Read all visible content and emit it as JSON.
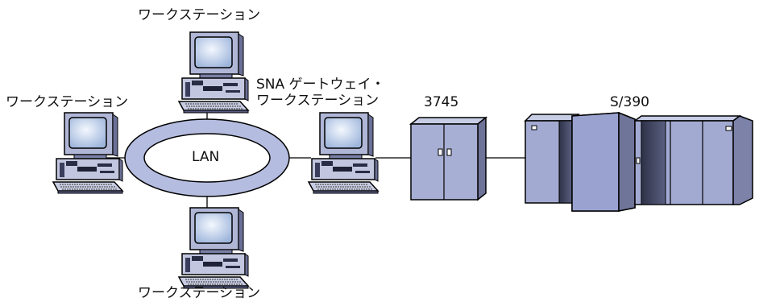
{
  "labels": {
    "ws_top": "ワークステーション",
    "ws_left": "ワークステーション",
    "ws_bottom": "ワークステーション",
    "gateway_line1": "SNA ゲートウェイ・",
    "gateway_line2": "ワークステーション",
    "lan": "LAN",
    "controller": "3745",
    "mainframe": "S/390"
  },
  "colors": {
    "equipment_fill": "#9aa3cc",
    "equipment_dark": "#555a80",
    "screen": "#d4e4f7",
    "lan_ring": "#b4bce0"
  }
}
